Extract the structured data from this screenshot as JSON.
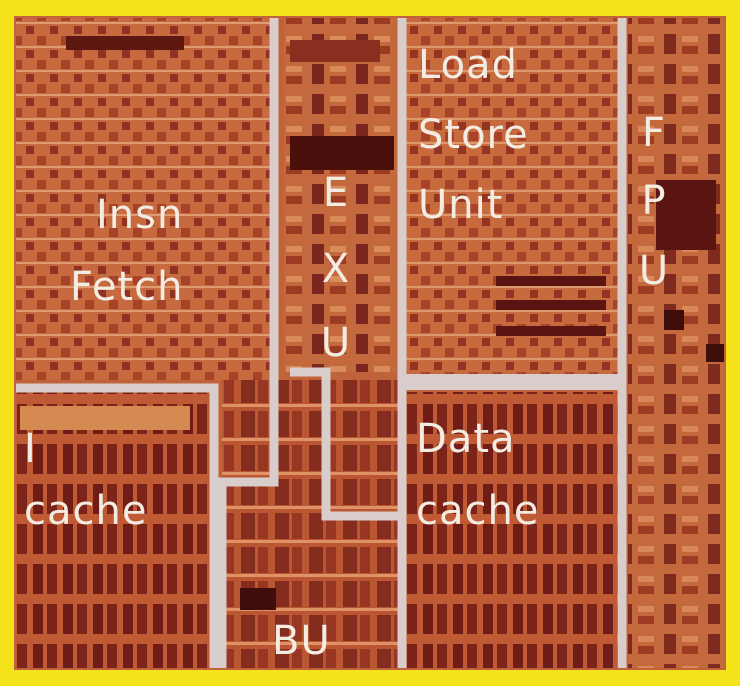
{
  "colors": {
    "frame": "#f4e21a",
    "die_base": "#c0623a",
    "die_dark": "#6e1d16",
    "die_mid": "#a1402a",
    "die_light": "#dd8a5c",
    "boundary": "#d9cdcb",
    "label": "#f3ece3"
  },
  "blocks": [
    {
      "id": "insn-fetch",
      "lines": [
        "Insn",
        "Fetch"
      ]
    },
    {
      "id": "exu",
      "lines": [
        "E",
        "X",
        "U"
      ]
    },
    {
      "id": "load-store-unit",
      "lines": [
        "Load",
        "Store",
        "Unit"
      ]
    },
    {
      "id": "fpu",
      "lines": [
        "F",
        "P",
        "U"
      ]
    },
    {
      "id": "icache",
      "lines": [
        "I",
        "cache"
      ]
    },
    {
      "id": "data-cache",
      "lines": [
        "Data",
        "cache"
      ]
    },
    {
      "id": "bu",
      "lines": [
        "BU"
      ]
    }
  ]
}
